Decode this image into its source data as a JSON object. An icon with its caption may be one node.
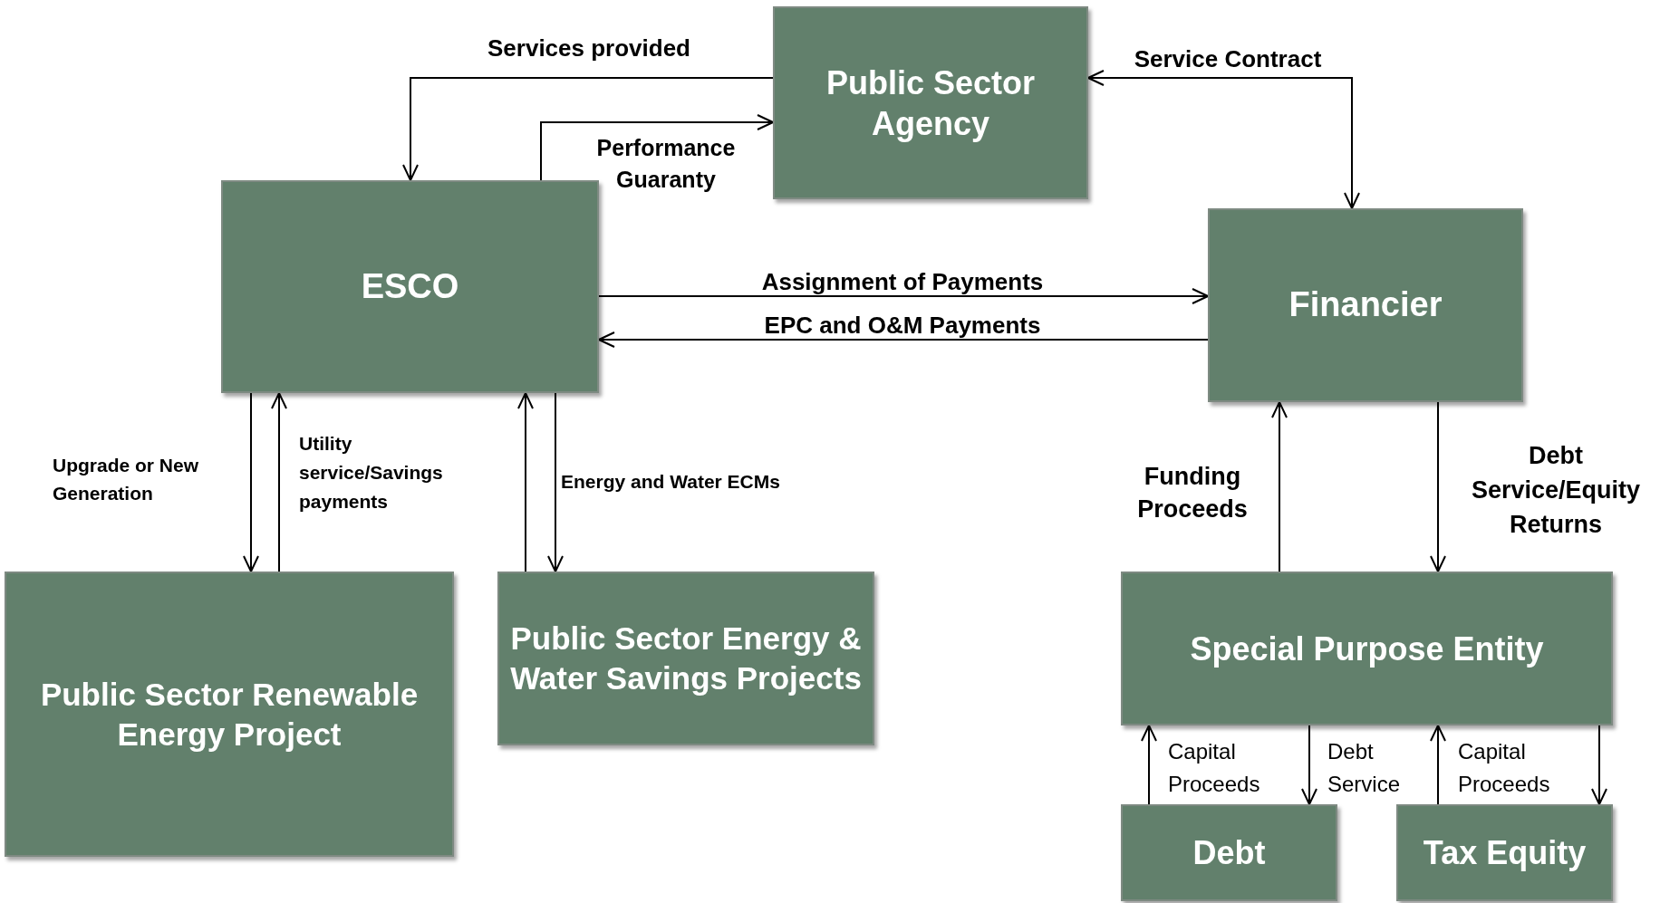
{
  "diagram": {
    "nodes": [
      {
        "text": [
          "Public Sector Agency"
        ]
      },
      {
        "text": [
          "ESCO"
        ]
      },
      {
        "text": [
          "Financier"
        ]
      },
      {
        "text": [
          "Public Sector Renewable  Energy Project"
        ]
      },
      {
        "text": [
          "Public Sector Energy & Water Savings Projects"
        ]
      },
      {
        "text": [
          "Special Purpose Entity"
        ]
      },
      {
        "text": [
          "Debt"
        ]
      },
      {
        "text": [
          "Tax Equity"
        ]
      }
    ],
    "edges": [
      {
        "from": 0,
        "to": 1,
        "arrow": "to",
        "label": "Services provided"
      },
      {
        "from": 1,
        "to": 0,
        "arrow": "to",
        "label": "Performance Guaranty"
      },
      {
        "from": 2,
        "to": 0,
        "arrow": "both",
        "label": "Service Contract"
      },
      {
        "from": 1,
        "to": 2,
        "arrow": "to",
        "label": "Assignment of Payments"
      },
      {
        "from": 2,
        "to": 1,
        "arrow": "to",
        "label": "EPC and O&M Payments"
      },
      {
        "from": 1,
        "to": 3,
        "arrow": "to",
        "label": "Upgrade or New Generation"
      },
      {
        "from": 3,
        "to": 1,
        "arrow": "to",
        "label": "Utility service/Savings payments"
      },
      {
        "from": 4,
        "to": 1,
        "arrow": "to"
      },
      {
        "from": 1,
        "to": 4,
        "arrow": "to",
        "label": "Energy and Water ECMs"
      },
      {
        "from": 5,
        "to": 2,
        "arrow": "to",
        "label": "Funding Proceeds"
      },
      {
        "from": 2,
        "to": 5,
        "arrow": "to",
        "label": "Debt Service/Equity Returns"
      },
      {
        "from": 6,
        "to": 5,
        "arrow": "to",
        "label": "Capital Proceeds"
      },
      {
        "from": 5,
        "to": 6,
        "arrow": "to",
        "label": "Debt Service"
      },
      {
        "from": 7,
        "to": 5,
        "arrow": "to",
        "label": "Capital Proceeds"
      },
      {
        "from": 5,
        "to": 7,
        "arrow": "to"
      }
    ]
  }
}
